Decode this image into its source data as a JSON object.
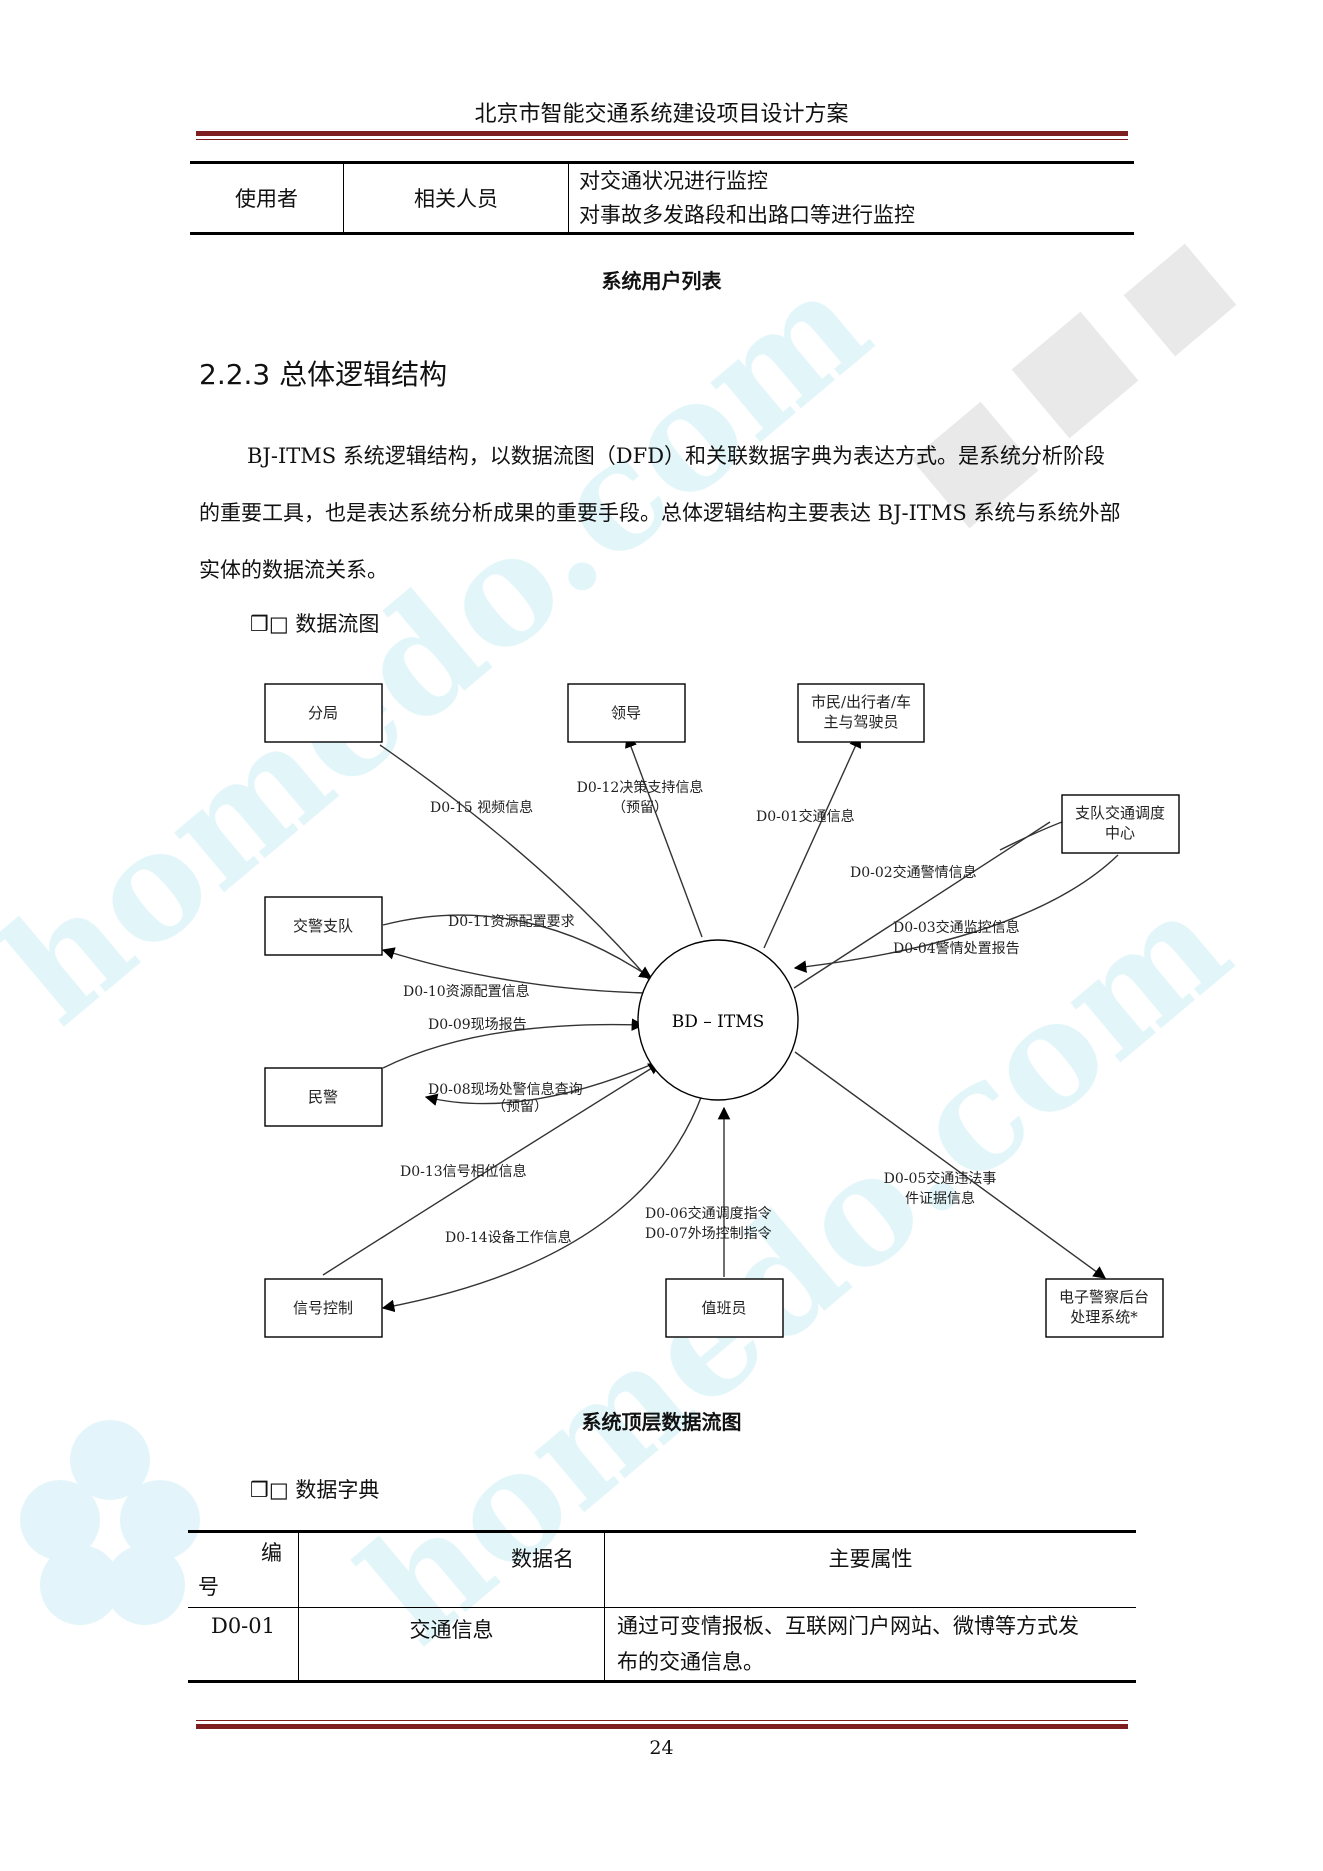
{
  "header": {
    "title": "北京市智能交通系统建设项目设计方案"
  },
  "user_table": {
    "row": {
      "role": "使用者",
      "person": "相关人员",
      "duties": [
        "对交通状况进行监控",
        "对事故多发路段和出路口等进行监控"
      ]
    }
  },
  "user_table_caption": "系统用户列表",
  "section": {
    "title": "2.2.3 总体逻辑结构",
    "paragraph": "BJ-ITMS 系统逻辑结构，以数据流图（DFD）和关联数据字典为表达方式。是系统分析阶段的重要工具，也是表达系统分析成果的重要手段。总体逻辑结构主要表达 BJ-ITMS 系统与系统外部实体的数据流关系。"
  },
  "bullets": {
    "dfd": "❒□ 数据流图",
    "dictionary": "❒□ 数据字典"
  },
  "dfd": {
    "center": "BD – ITMS",
    "entities": {
      "fenju": "分局",
      "lingdao": "领导",
      "shimin": [
        "市民/出行者/车",
        "主与驾驶员"
      ],
      "zhidui_center": [
        "支队交通调度",
        "中心"
      ],
      "jiaojing": "交警支队",
      "minjing": "民警",
      "xinhao": "信号控制",
      "zhibanyuan": "值班员",
      "dianzi": [
        "电子警察后台",
        "处理系统*"
      ]
    },
    "flows": {
      "d15": "D0-15 视频信息",
      "d12": [
        "D0-12决策支持信息",
        "（预留）"
      ],
      "d01": "D0-01交通信息",
      "d02": "D0-02交通警情信息",
      "d03": "D0-03交通监控信息",
      "d04": "D0-04警情处置报告",
      "d11": "D0-11资源配置要求",
      "d10": "D0-10资源配置信息",
      "d09": "D0-09现场报告",
      "d08": [
        "D0-08现场处警信息查询",
        "（预留）"
      ],
      "d13": "D0-13信号相位信息",
      "d14": "D0-14设备工作信息",
      "d06": "D0-06交通调度指令",
      "d07": "D0-07外场控制指令",
      "d05": [
        "D0-05交通违法事",
        "件证据信息"
      ]
    }
  },
  "dfd_caption": "系统顶层数据流图",
  "dict_table": {
    "headers": {
      "code_1": "编",
      "code_2": "号",
      "name": "数据名",
      "attr": "主要属性"
    },
    "rows": [
      {
        "code": "D0-01",
        "name": "交通信息",
        "attr": [
          "通过可变情报板、互联网门户网站、微博等方式发",
          "布的交通信息。"
        ]
      }
    ]
  },
  "footer": {
    "page": "24"
  },
  "colors": {
    "rule": "#7d1f1f",
    "watermark": "#7fd3e6"
  }
}
